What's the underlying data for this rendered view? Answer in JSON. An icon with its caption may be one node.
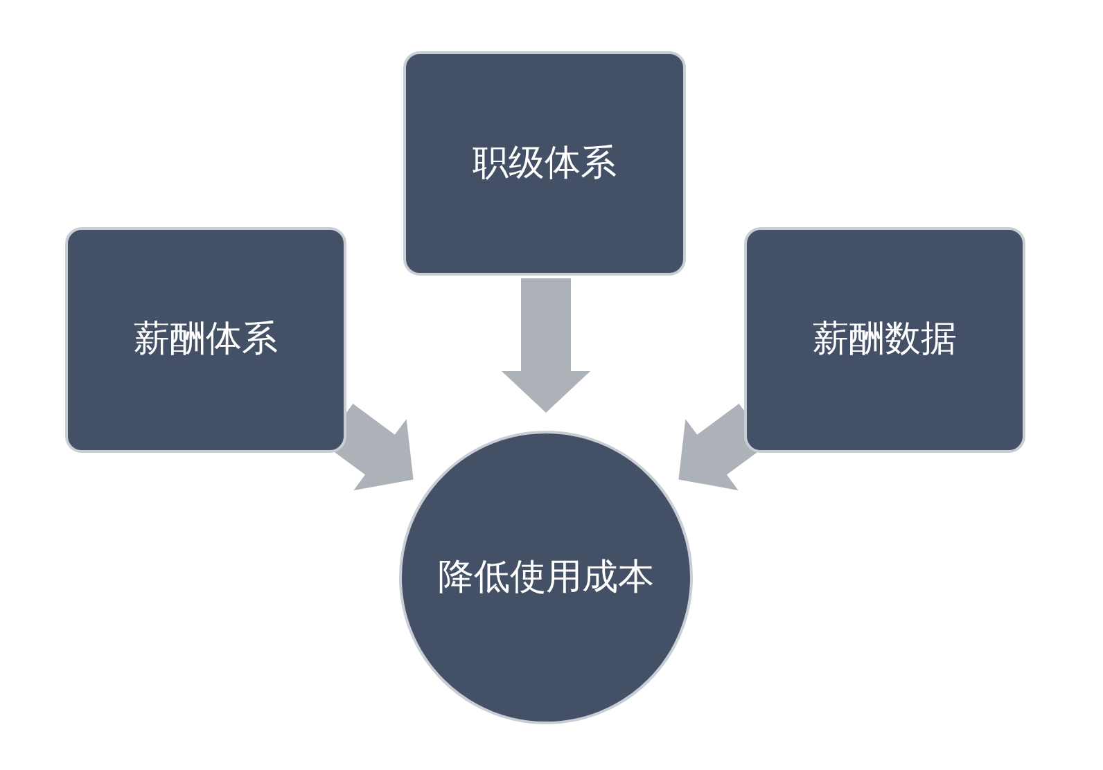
{
  "diagram": {
    "nodes": [
      {
        "text": [
          "职级体系"
        ]
      },
      {
        "text": [
          "薪酬体系"
        ]
      },
      {
        "text": [
          "薪酬数据"
        ]
      },
      {
        "text": [
          "降低使用成本"
        ]
      }
    ],
    "edges": [
      {
        "from": 0,
        "to": 3,
        "arrow": "to"
      },
      {
        "from": 1,
        "to": 3,
        "arrow": "to"
      },
      {
        "from": 2,
        "to": 3,
        "arrow": "to"
      }
    ]
  }
}
